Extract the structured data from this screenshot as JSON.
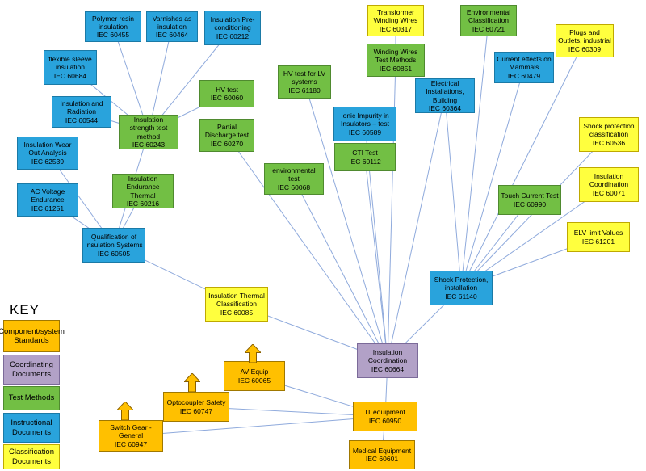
{
  "key": {
    "title": "KEY",
    "items": [
      {
        "label": "Component/system Standards",
        "type": "component"
      },
      {
        "label": "Coordinating Documents",
        "type": "coordinating"
      },
      {
        "label": "Test Methods",
        "type": "test-method"
      },
      {
        "label": "Instructional Documents",
        "type": "instructional"
      },
      {
        "label": "Classification Documents",
        "type": "classification"
      }
    ]
  },
  "palette": {
    "component_system_standards": "#FFC000",
    "coordinating_documents": "#B2A1C7",
    "test_methods": "#72BF44",
    "instructional_documents": "#29A3DC",
    "classification_documents": "#FFFF3E",
    "connector_line": "#8FAADC"
  },
  "nodes": [
    {
      "id": "60455",
      "title": "Polymer resin insulation",
      "code": "IEC 60455",
      "type": "instructional"
    },
    {
      "id": "60464",
      "title": "Varnishes as insulation",
      "code": "IEC 60464",
      "type": "instructional"
    },
    {
      "id": "60212",
      "title": "Insulation Pre-conditioning",
      "code": "IEC 60212",
      "type": "instructional"
    },
    {
      "id": "60317",
      "title": "Transformer Winding Wires",
      "code": "IEC 60317",
      "type": "classification"
    },
    {
      "id": "60721",
      "title": "Environmental Classification",
      "code": "IEC 60721",
      "type": "test-method"
    },
    {
      "id": "60309",
      "title": "Plugs and Outlets, industrial",
      "code": "IEC 60309",
      "type": "classification"
    },
    {
      "id": "60684",
      "title": "flexible sleeve insulation",
      "code": "IEC 60684",
      "type": "instructional"
    },
    {
      "id": "60851",
      "title": "Winding Wires Test Methods",
      "code": "IEC 60851",
      "type": "test-method"
    },
    {
      "id": "60479",
      "title": "Current effects on Mammals",
      "code": "IEC 60479",
      "type": "instructional"
    },
    {
      "id": "60544",
      "title": "Insulation and Radiation",
      "code": "IEC 60544",
      "type": "instructional"
    },
    {
      "id": "60060",
      "title": "HV test",
      "code": "IEC 60060",
      "type": "test-method"
    },
    {
      "id": "61180",
      "title": "HV test for LV systems",
      "code": "IEC 61180",
      "type": "test-method"
    },
    {
      "id": "60364",
      "title": "Electrical Installations, Building",
      "code": "IEC 60364",
      "type": "instructional"
    },
    {
      "id": "60243",
      "title": "Insulation strength test method",
      "code": "IEC 60243",
      "type": "test-method"
    },
    {
      "id": "60270",
      "title": "Partial Discharge test",
      "code": "IEC 60270",
      "type": "test-method"
    },
    {
      "id": "60589",
      "title": "Ionic Impurity in Insulators – test",
      "code": "IEC 60589",
      "type": "instructional"
    },
    {
      "id": "60536",
      "title": "Shock protection classification",
      "code": "IEC 60536",
      "type": "classification"
    },
    {
      "id": "62539",
      "title": "Insulation Wear Out Analysis",
      "code": "IEC 62539",
      "type": "instructional"
    },
    {
      "id": "60112",
      "title": "CTI Test",
      "code": "IEC 60112",
      "type": "test-method"
    },
    {
      "id": "60071",
      "title": "Insulation Coordination",
      "code": "IEC 60071",
      "type": "classification"
    },
    {
      "id": "61251",
      "title": "AC Voltage Endurance",
      "code": "IEC 61251",
      "type": "instructional"
    },
    {
      "id": "60216",
      "title": "Insulation Endurance Thermal",
      "code": "IEC 60216",
      "type": "test-method"
    },
    {
      "id": "60068",
      "title": "environmental test",
      "code": "IEC 60068",
      "type": "test-method"
    },
    {
      "id": "60990",
      "title": "Touch Current Test",
      "code": "IEC 60990",
      "type": "test-method"
    },
    {
      "id": "60505",
      "title": "Qualification of Insulation Systems",
      "code": "IEC 60505",
      "type": "instructional"
    },
    {
      "id": "61201",
      "title": "ELV limit Values",
      "code": "IEC 61201",
      "type": "classification"
    },
    {
      "id": "61140",
      "title": "Shock Protection, installation",
      "code": "IEC 61140",
      "type": "instructional"
    },
    {
      "id": "60085",
      "title": "Insulation Thermal Classification",
      "code": "IEC 60085",
      "type": "classification"
    },
    {
      "id": "60664",
      "title": "Insulation Coordination",
      "code": "IEC 60664",
      "type": "coordinating"
    },
    {
      "id": "60065",
      "title": "AV Equip",
      "code": "IEC 60065",
      "type": "component"
    },
    {
      "id": "60747",
      "title": "Optocoupler Safety",
      "code": "IEC 60747",
      "type": "component"
    },
    {
      "id": "60947",
      "title": "Switch Gear - General",
      "code": "IEC 60947",
      "type": "component"
    },
    {
      "id": "60950",
      "title": "IT equipment",
      "code": "IEC 60950",
      "type": "component"
    },
    {
      "id": "60601",
      "title": "Medical Equipment",
      "code": "IEC 60601",
      "type": "component"
    }
  ],
  "edges": [
    [
      "60243",
      "60455"
    ],
    [
      "60243",
      "60464"
    ],
    [
      "60243",
      "60212"
    ],
    [
      "60243",
      "60684"
    ],
    [
      "60243",
      "60544"
    ],
    [
      "60243",
      "60060"
    ],
    [
      "60243",
      "60505"
    ],
    [
      "60505",
      "62539"
    ],
    [
      "60505",
      "61251"
    ],
    [
      "60505",
      "60216"
    ],
    [
      "60505",
      "60085"
    ],
    [
      "60664",
      "60085"
    ],
    [
      "60664",
      "60270"
    ],
    [
      "60664",
      "60068"
    ],
    [
      "60664",
      "61180"
    ],
    [
      "60664",
      "60589"
    ],
    [
      "60664",
      "60112"
    ],
    [
      "60664",
      "60851"
    ],
    [
      "60664",
      "60364"
    ],
    [
      "60664",
      "61140"
    ],
    [
      "60664",
      "60950"
    ],
    [
      "60317",
      "60851"
    ],
    [
      "61140",
      "60721"
    ],
    [
      "61140",
      "60309"
    ],
    [
      "61140",
      "60479"
    ],
    [
      "61140",
      "60364"
    ],
    [
      "61140",
      "60536"
    ],
    [
      "61140",
      "60071"
    ],
    [
      "61140",
      "61201"
    ],
    [
      "61140",
      "60990"
    ],
    [
      "60950",
      "60065"
    ],
    [
      "60950",
      "60747"
    ],
    [
      "60950",
      "60947"
    ],
    [
      "60950",
      "60601"
    ]
  ]
}
